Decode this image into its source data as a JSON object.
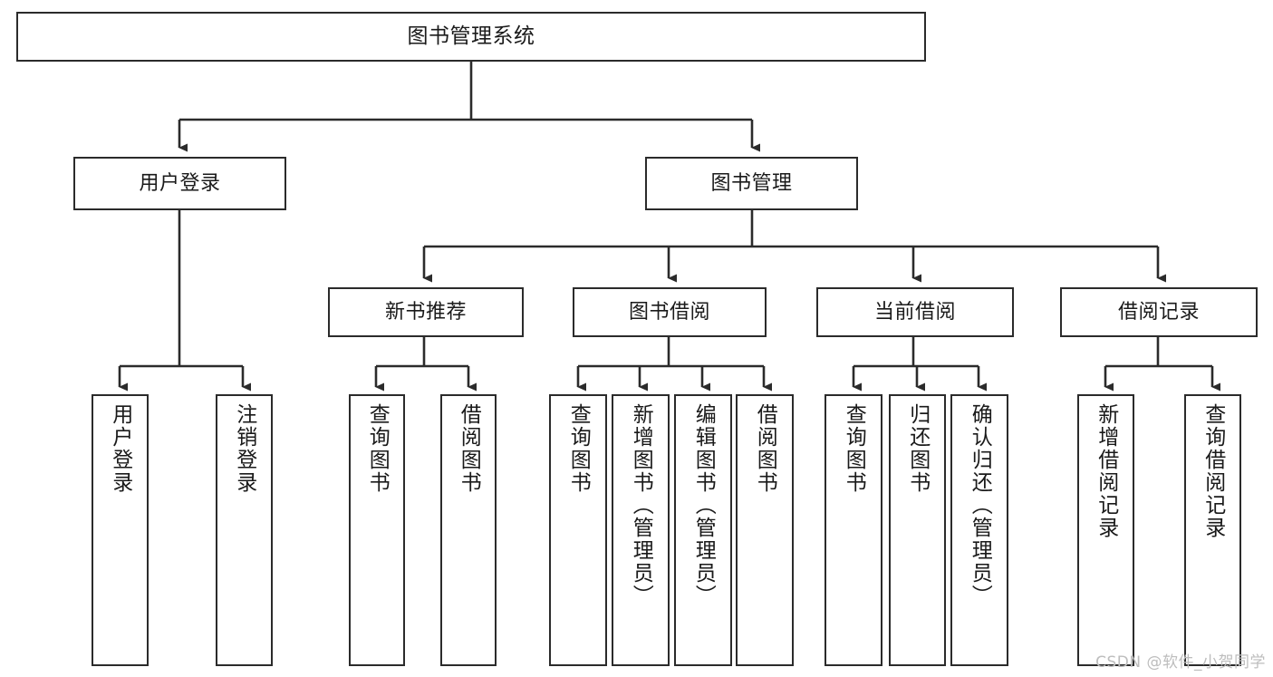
{
  "diagram": {
    "title": "图书管理系统",
    "type": "tree",
    "watermark": "CSDN @软件_小贺同学",
    "colors": {
      "node_border": "#2b2b2b",
      "node_fill": "#ffffff",
      "edge": "#2b2b2b",
      "text": "#1a1a1a",
      "watermark": "#bdbdbd",
      "background": "#ffffff"
    },
    "nodes": {
      "root": {
        "label": "图书管理系统"
      },
      "level2": [
        {
          "label": "用户登录"
        },
        {
          "label": "图书管理"
        }
      ],
      "level3": [
        {
          "label": "新书推荐"
        },
        {
          "label": "图书借阅"
        },
        {
          "label": "当前借阅"
        },
        {
          "label": "借阅记录"
        }
      ],
      "leaves_user_login": [
        {
          "label": "用户登录"
        },
        {
          "label": "注销登录"
        }
      ],
      "leaves_new_book": [
        {
          "label": "查询图书"
        },
        {
          "label": "借阅图书"
        }
      ],
      "leaves_borrow": [
        {
          "label": "查询图书"
        },
        {
          "label": "新增图书（管理员）"
        },
        {
          "label": "编辑图书（管理员）"
        },
        {
          "label": "借阅图书"
        }
      ],
      "leaves_current": [
        {
          "label": "查询图书"
        },
        {
          "label": "归还图书"
        },
        {
          "label": "确认归还（管理员）"
        }
      ],
      "leaves_record": [
        {
          "label": "新增借阅记录"
        },
        {
          "label": "查询借阅记录"
        }
      ]
    }
  }
}
